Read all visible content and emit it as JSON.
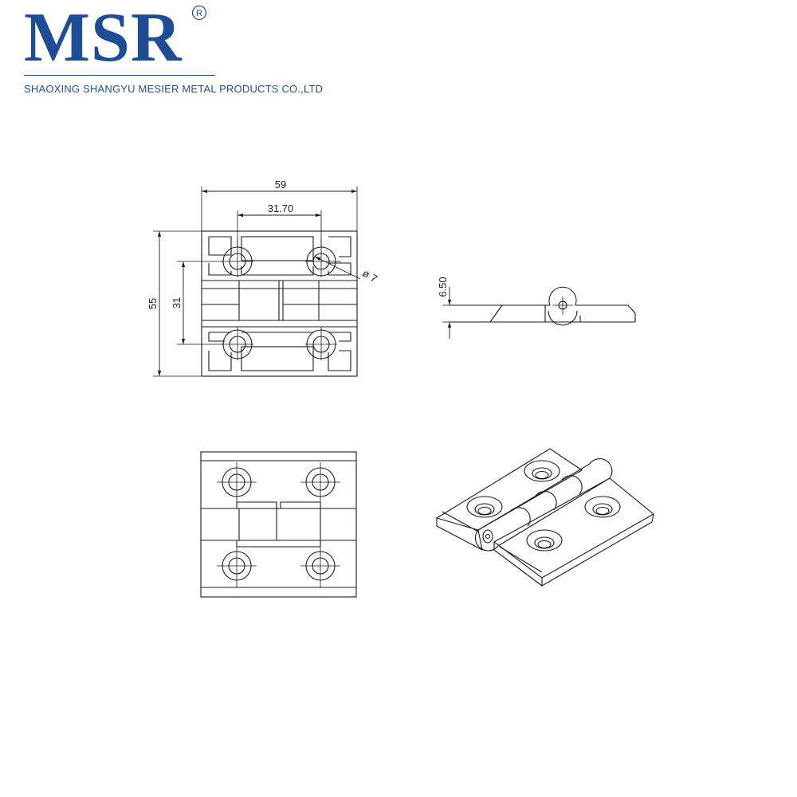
{
  "logo": {
    "text": "MSR",
    "registered": "R",
    "color": "#1e4d95",
    "company": "SHAOXING SHANGYU MESIER METAL PRODUCTS CO.,LTD"
  },
  "dimensions": {
    "overall_width": "59",
    "hole_spacing_x": "31.70",
    "overall_height": "55",
    "hole_spacing_y": "31",
    "hole_diameter": "ø 7",
    "thickness": "6.50"
  }
}
